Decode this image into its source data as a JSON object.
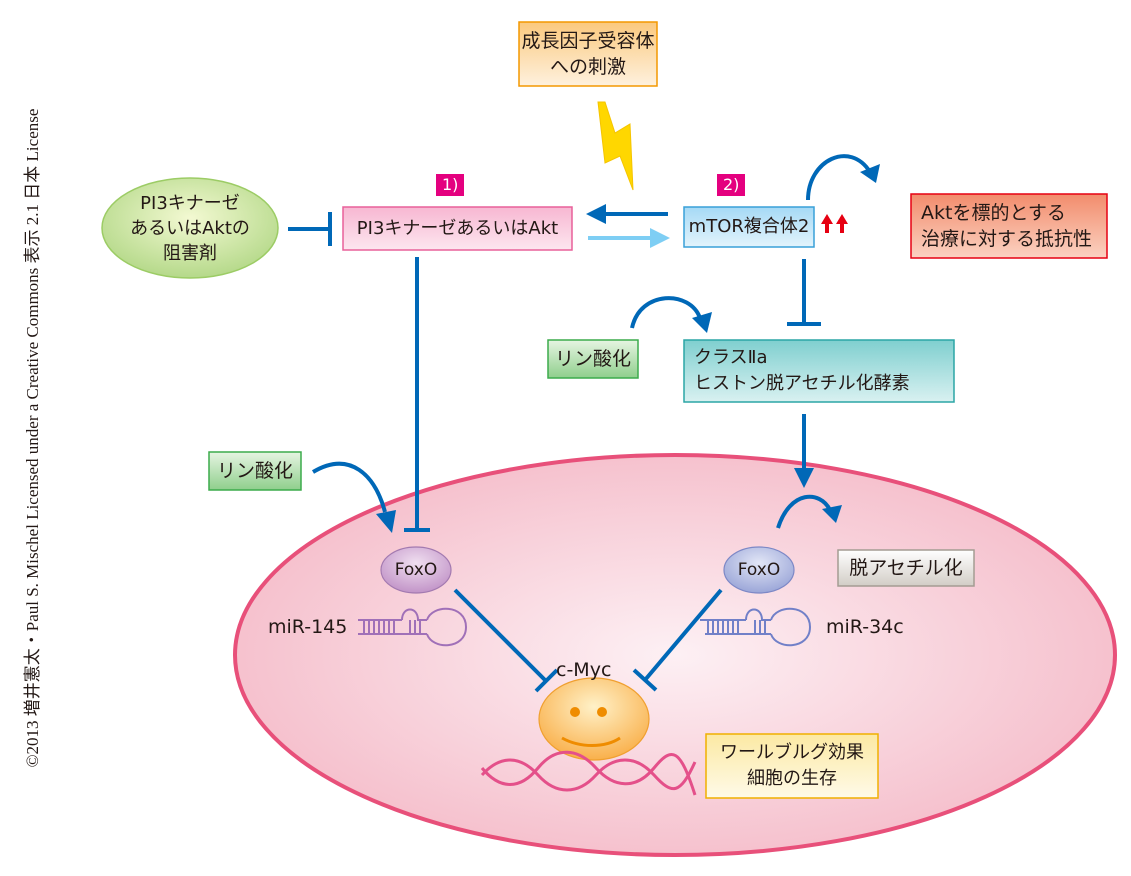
{
  "copyright": "©2013 増井憲太・Paul S. Mischel Licensed under a Creative Commons 表示 2.1 日本 License",
  "nodes": {
    "growth_factor": "成長因子受容体\nへの刺激",
    "inhibitor": "PI3キナーゼ\nあるいはAktの\n阻害剤",
    "pi3k_akt": "PI3キナーゼあるいはAkt",
    "mtorc2": "mTOR複合体2",
    "resistance": "Aktを標的とする\n治療に対する抵抗性",
    "phosphorylation_right": "リン酸化",
    "hdac": "クラスⅡa\nヒストン脱アセチル化酵素",
    "phosphorylation_left": "リン酸化",
    "foxo_left": "FoxO",
    "foxo_right": "FoxO",
    "deacetylation": "脱アセチル化",
    "mir_left": "miR-145",
    "mir_right": "miR-34c",
    "cmyc": "c-Myc",
    "warburg": "ワールブルグ効果\n細胞の生存"
  },
  "tags": {
    "tag1": "1)",
    "tag2": "2)"
  },
  "colors": {
    "arrow_blue": "#0068b7",
    "arrow_light": "#7ecef4",
    "cell_border": "#e8507a",
    "upregulation": "#e60012",
    "tag_bg": "#e4007f",
    "lightning": "#ffd700"
  }
}
